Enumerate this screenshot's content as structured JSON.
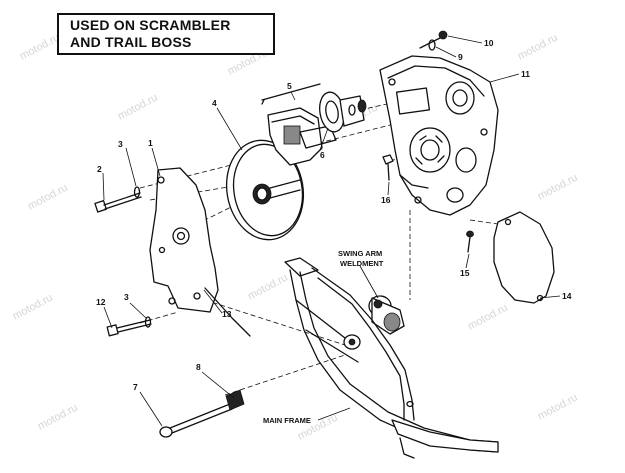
{
  "header": {
    "line1": "USED ON SCRAMBLER",
    "line2": "AND TRAIL BOSS"
  },
  "callouts": {
    "c1": "1",
    "c2": "2",
    "c3a": "3",
    "c3b": "3",
    "c4": "4",
    "c5": "5",
    "c6": "6",
    "c7": "7",
    "c8": "8",
    "c9": "9",
    "c10": "10",
    "c11": "11",
    "c12": "12",
    "c13": "13",
    "c14": "14",
    "c15": "15",
    "c16": "16"
  },
  "labels": {
    "swing_arm_line1": "SWING ARM",
    "swing_arm_line2": "WELDMENT",
    "main_frame": "MAIN FRAME"
  },
  "watermark": "motod.ru"
}
